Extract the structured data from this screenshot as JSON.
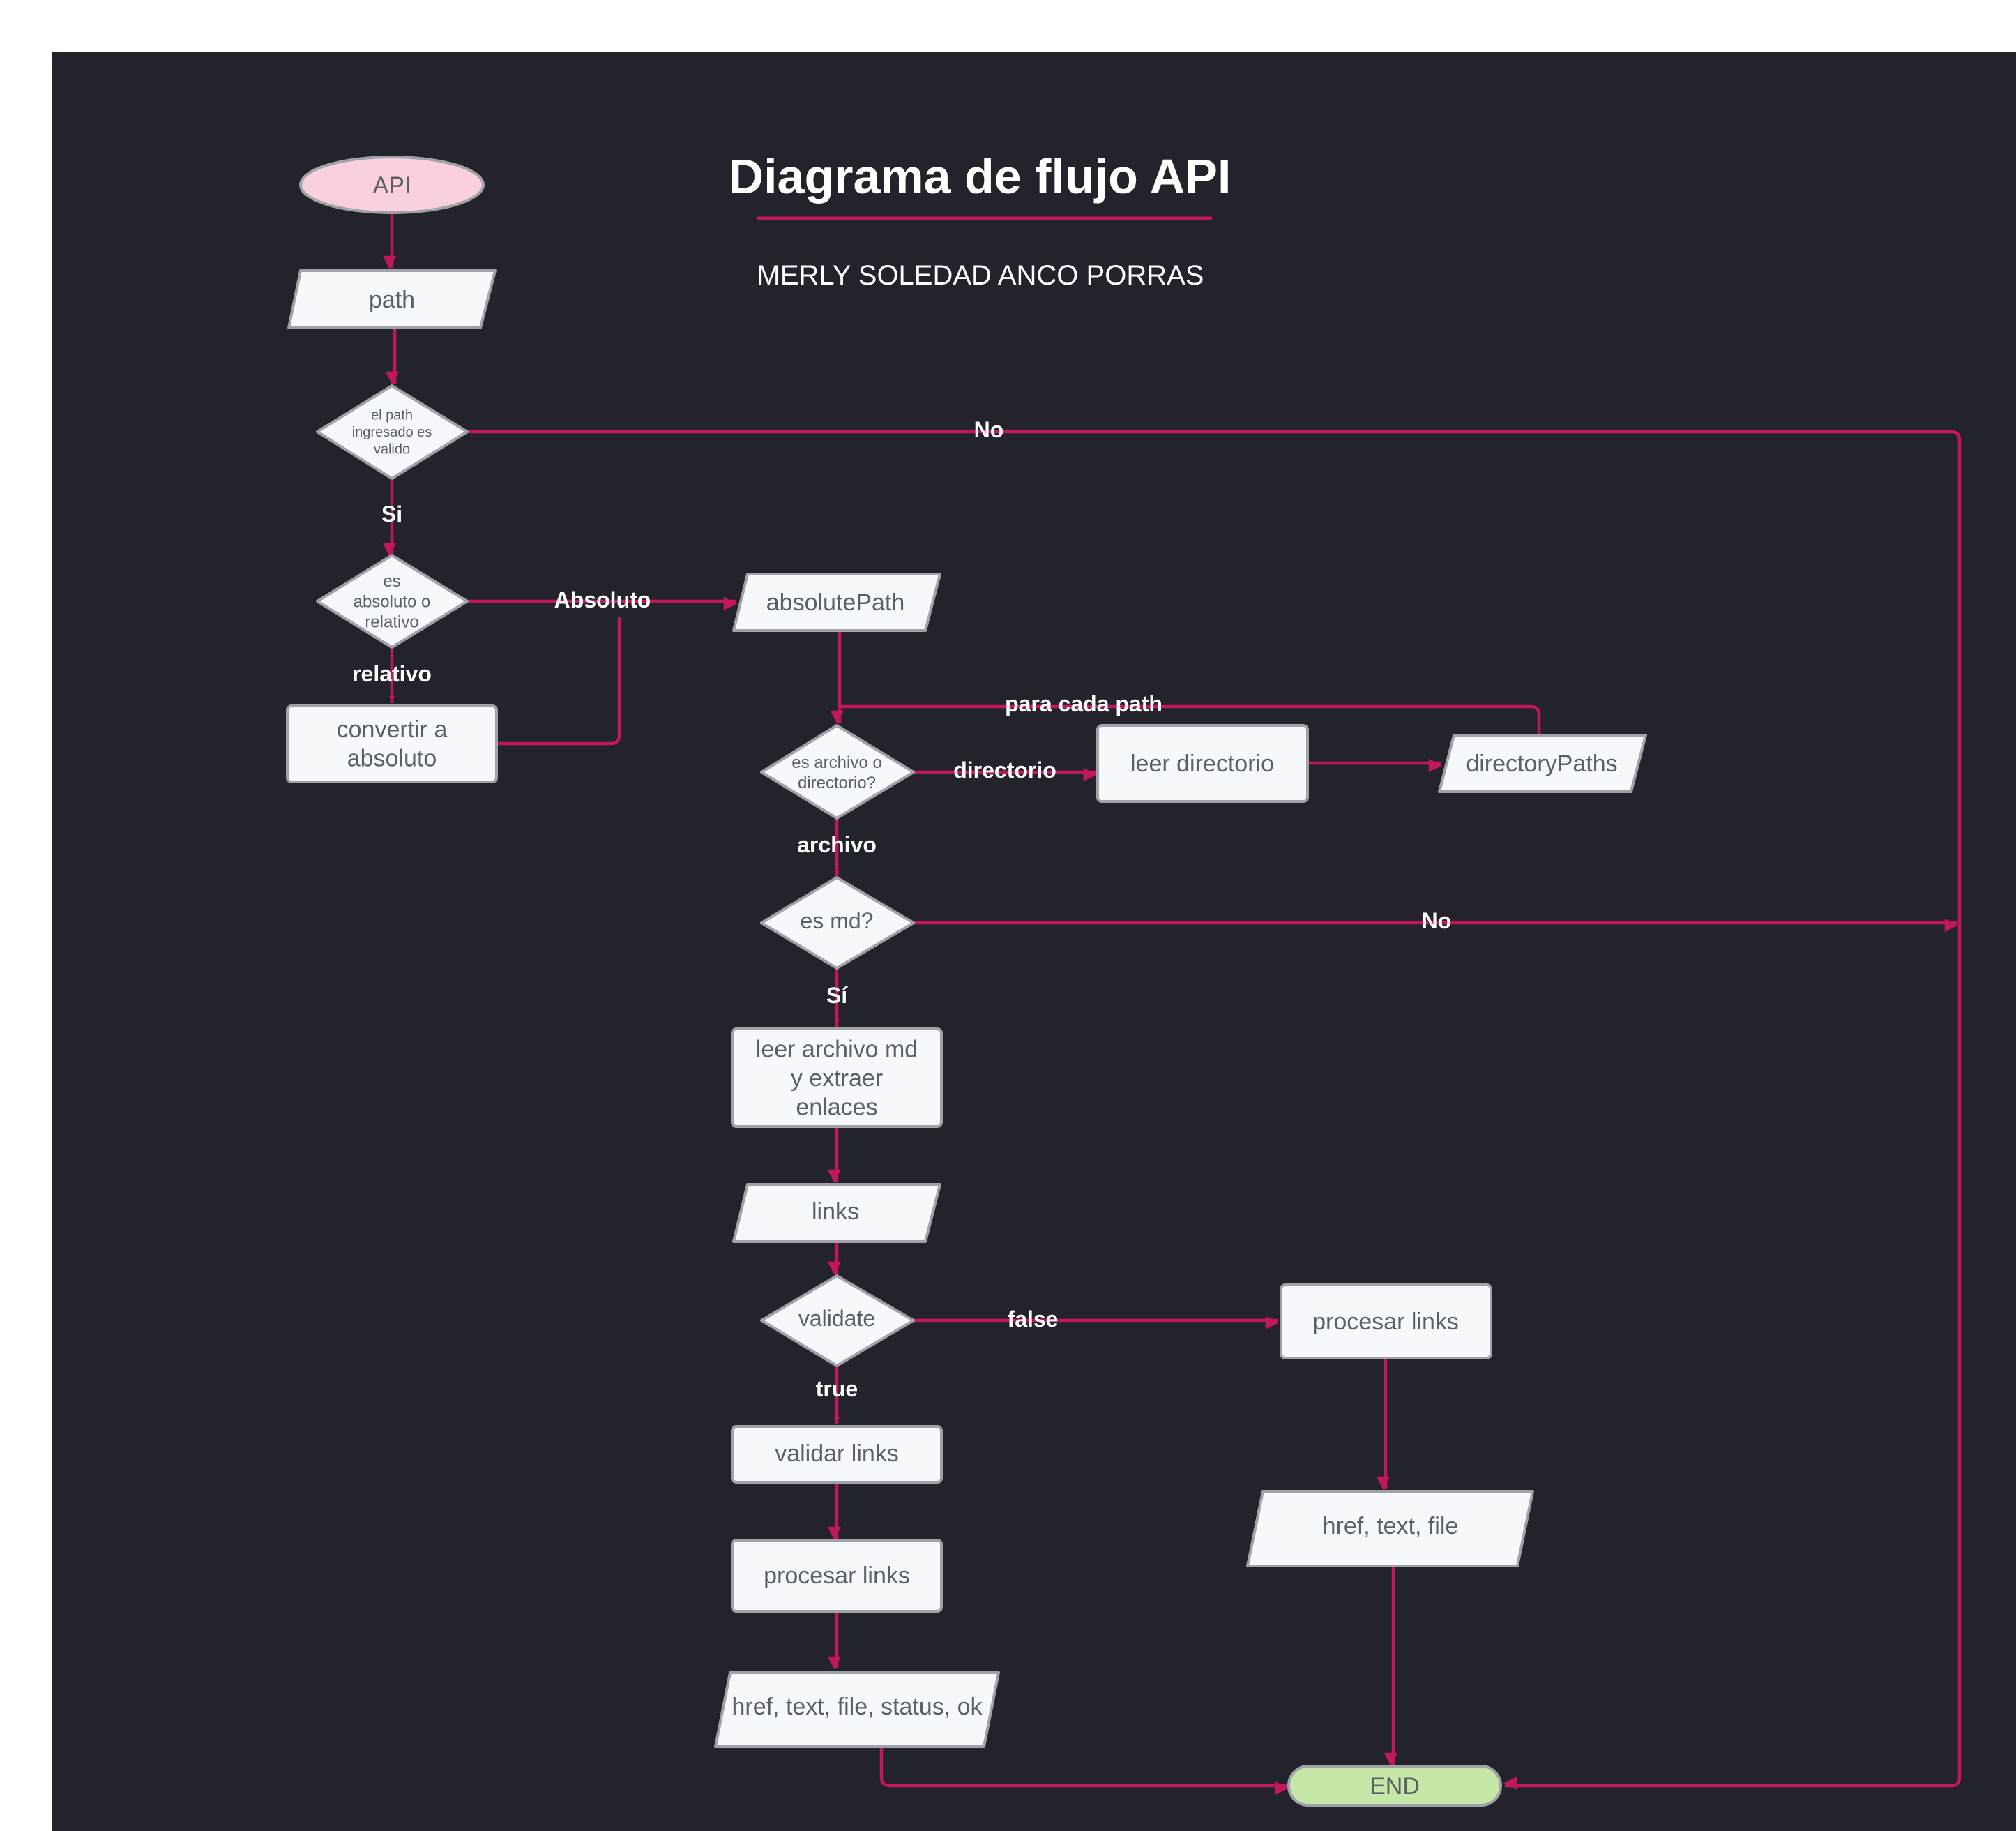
{
  "header": {
    "title": "Diagrama de flujo API",
    "author": "MERLY SOLEDAD ANCO PORRAS"
  },
  "colors": {
    "background": "#22232b",
    "edge": "#c2185b",
    "node_fill": "#f5f9fc",
    "node_stroke": "#9fa3a8",
    "start_fill": "#f9d0dc",
    "end_fill": "#c5e8a8",
    "node_text": "#5b5f66",
    "label_text": "#ffffff"
  },
  "nodes": {
    "api": {
      "lines": [
        "API"
      ]
    },
    "path": {
      "lines": [
        "path"
      ]
    },
    "valid": {
      "lines": [
        "el path",
        "ingresado es",
        "valido"
      ]
    },
    "absrel": {
      "lines": [
        "es",
        "absoluto o",
        "relativo"
      ]
    },
    "convert": {
      "lines": [
        "convertir a",
        "absoluto"
      ]
    },
    "abspath": {
      "lines": [
        "absolutePath"
      ]
    },
    "filedir": {
      "lines": [
        "es archivo o",
        "directorio?"
      ]
    },
    "readdir": {
      "lines": [
        "leer directorio"
      ]
    },
    "dirpaths": {
      "lines": [
        "directoryPaths"
      ]
    },
    "ismd": {
      "lines": [
        "es md?"
      ]
    },
    "readmd": {
      "lines": [
        "leer archivo md",
        "y extraer",
        "enlaces"
      ]
    },
    "links": {
      "lines": [
        "links"
      ]
    },
    "validate": {
      "lines": [
        "validate"
      ]
    },
    "proc_false": {
      "lines": [
        "procesar links"
      ]
    },
    "out_false": {
      "lines": [
        "href, text, file"
      ]
    },
    "validar": {
      "lines": [
        "validar links"
      ]
    },
    "proc_true": {
      "lines": [
        "procesar links"
      ]
    },
    "out_true": {
      "lines": [
        "href, text, file, status, ok"
      ]
    },
    "end": {
      "lines": [
        "END"
      ]
    }
  },
  "edge_labels": {
    "no_valid": "No",
    "si_valid": "Si",
    "absoluto": "Absoluto",
    "relativo": "relativo",
    "para_cada": "para cada path",
    "directorio": "directorio",
    "archivo": "archivo",
    "no_md": "No",
    "si_md": "Sí",
    "false": "false",
    "true": "true"
  }
}
